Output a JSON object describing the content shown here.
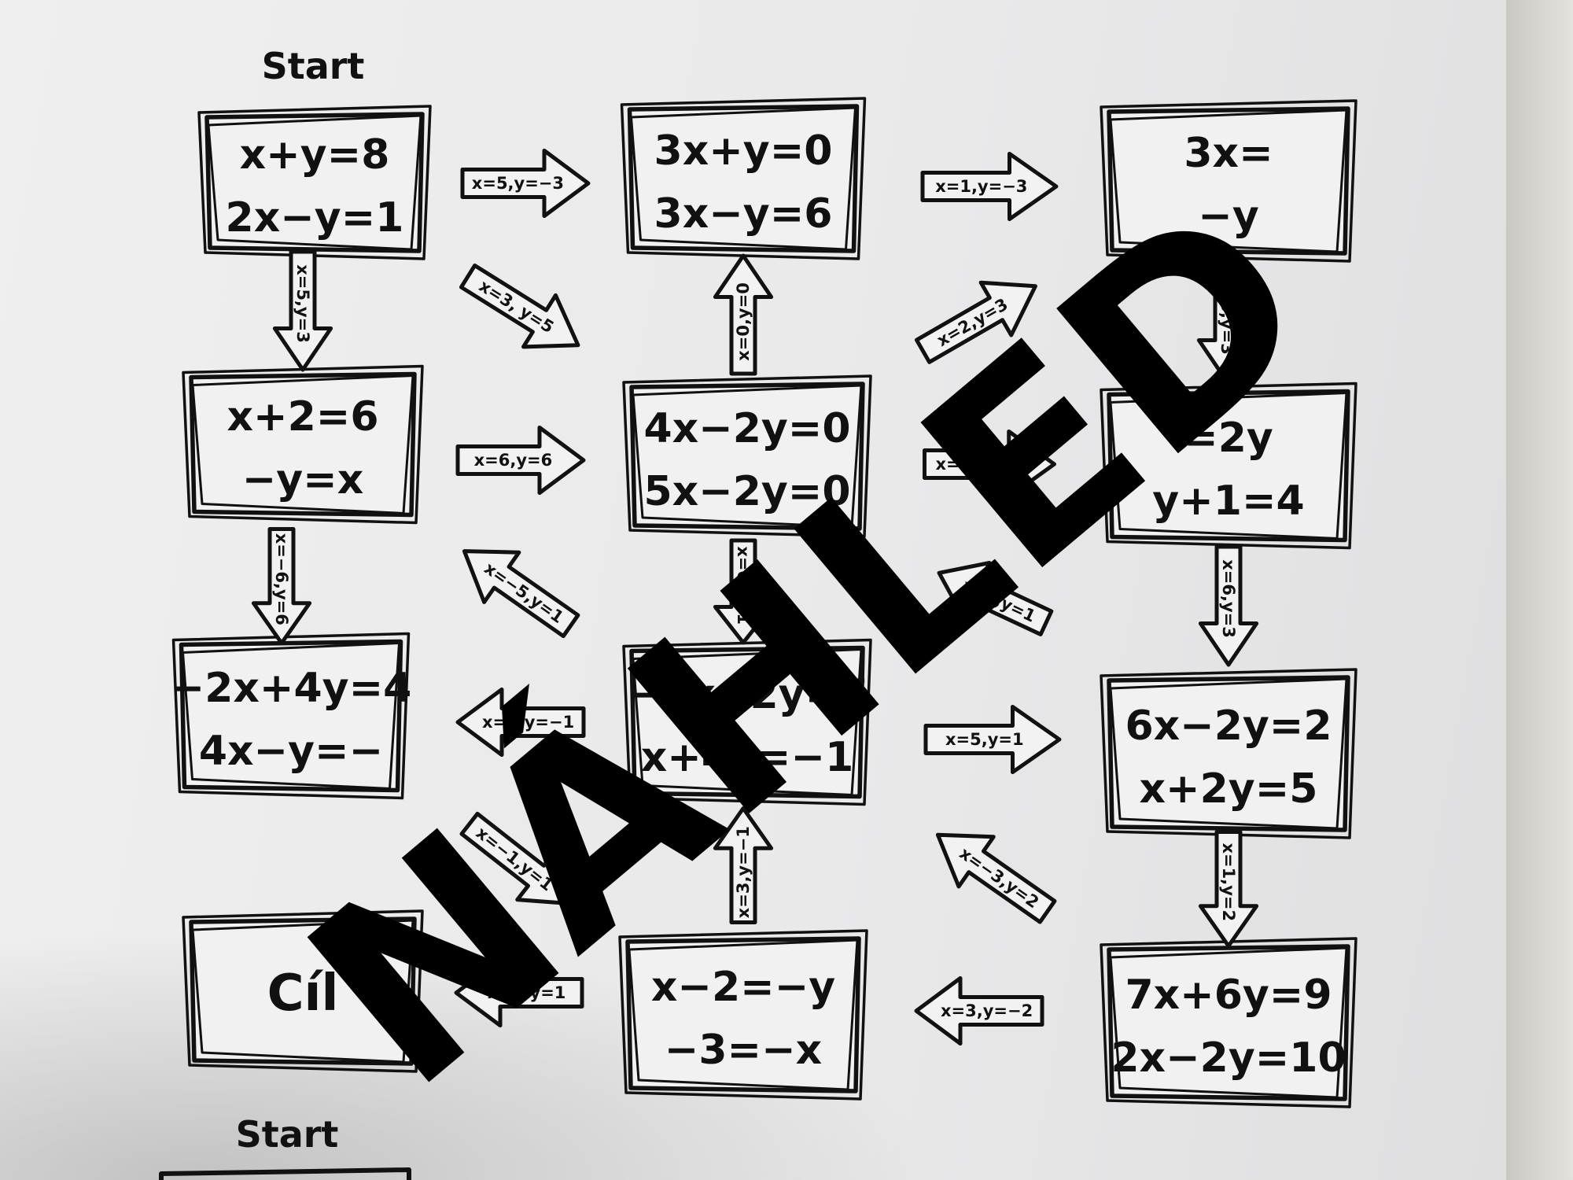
{
  "start_labels": [
    "Start",
    "Start"
  ],
  "watermark_text": "NÁHLED",
  "cards": [
    {
      "id": "r1c1",
      "lines": [
        "x+y=8",
        "2x−y=1"
      ]
    },
    {
      "id": "r1c2",
      "lines": [
        "3x+y=0",
        "3x−y=6"
      ]
    },
    {
      "id": "r1c3",
      "lines": [
        "3x=",
        "−y"
      ]
    },
    {
      "id": "r2c1",
      "lines": [
        "x+2=6",
        "−y=x"
      ]
    },
    {
      "id": "r2c2",
      "lines": [
        "4x−2y=0",
        "5x−2y=0"
      ]
    },
    {
      "id": "r2c3",
      "lines": [
        "=2y",
        "y+1=4"
      ]
    },
    {
      "id": "r3c1",
      "lines": [
        "−2x+4y=4",
        "4x−y=−"
      ]
    },
    {
      "id": "r3c2",
      "lines": [
        "−3x+2y=7",
        "x+4y=−1"
      ]
    },
    {
      "id": "r3c3",
      "lines": [
        "6x−2y=2",
        "x+2y=5"
      ]
    },
    {
      "id": "r4c1",
      "lines": [
        "Cíl",
        ""
      ]
    },
    {
      "id": "r4c2",
      "lines": [
        "x−2=−y",
        "−3=−x"
      ]
    },
    {
      "id": "r4c3",
      "lines": [
        "7x+6y=9",
        "2x−2y=10"
      ]
    }
  ],
  "arrows": [
    {
      "id": "a1",
      "label": "x=5,y=−3"
    },
    {
      "id": "a2",
      "label": "x=1,y=−3"
    },
    {
      "id": "a3",
      "label": "x=5,y=3"
    },
    {
      "id": "a4",
      "label": "x=3, y=5"
    },
    {
      "id": "a5",
      "label": "x=0,y=0"
    },
    {
      "id": "a6",
      "label": "x=2,y=3"
    },
    {
      "id": "a7",
      "label": "x=3,y=3"
    },
    {
      "id": "a8",
      "label": "x=6,y=6"
    },
    {
      "id": "a9",
      "label": "x=2,y=−2"
    },
    {
      "id": "a10",
      "label": "x=−6,y=6"
    },
    {
      "id": "a11",
      "label": "x=−5,y=1"
    },
    {
      "id": "a12",
      "label": "x=0,y=1"
    },
    {
      "id": "a13",
      "label": "x=1,y=1"
    },
    {
      "id": "a14",
      "label": "x=6,y=3"
    },
    {
      "id": "a15",
      "label": "x=1,y=−1"
    },
    {
      "id": "a16",
      "label": "x=5,y=1"
    },
    {
      "id": "a17",
      "label": "x=−1,y=1"
    },
    {
      "id": "a18",
      "label": "x=3,y=−1"
    },
    {
      "id": "a19",
      "label": "x=−3,y=2"
    },
    {
      "id": "a20",
      "label": "x=1,y=2"
    },
    {
      "id": "a21",
      "label": "x=3,y=1"
    },
    {
      "id": "a22",
      "label": "x=3,y=−2"
    }
  ]
}
